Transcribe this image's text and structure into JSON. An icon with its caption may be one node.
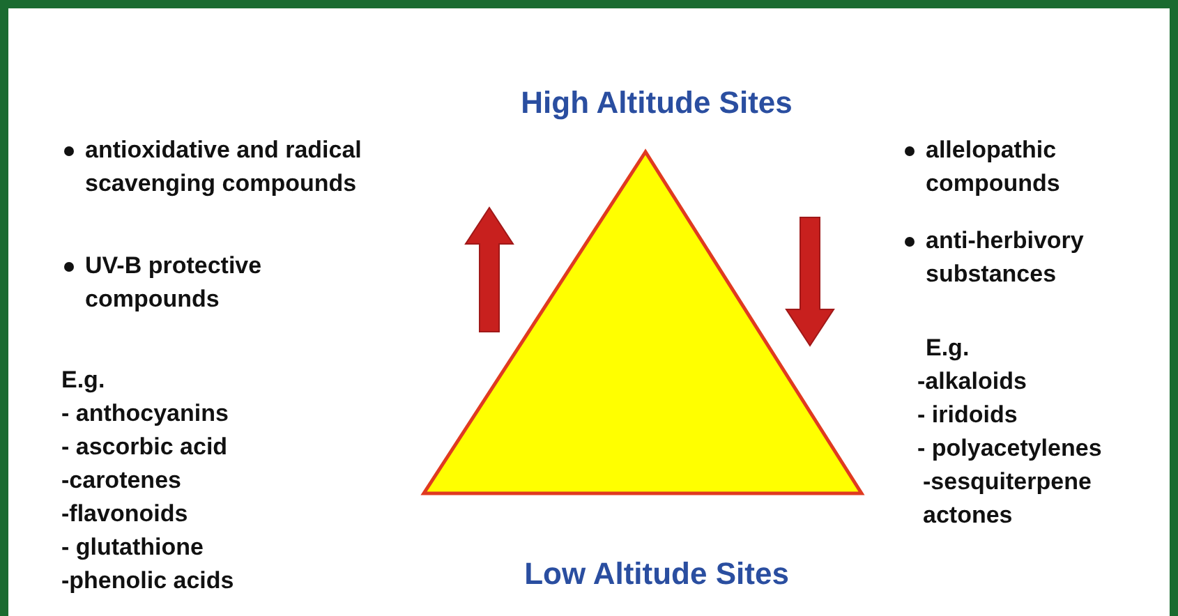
{
  "diagram": {
    "nodes": [
      {
        "text": [],
        "shape": "triangle"
      }
    ],
    "edges": [],
    "labels": [
      "High Altitude Sites",
      "antioxidative and radical scavenging compounds",
      "UV-B protective compounds",
      "E.g.",
      "- anthocyanins",
      "- ascorbic acid",
      "-carotenes",
      "-flavonoids",
      "- glutathione",
      "-phenolic acids",
      "allelopathic compounds",
      "anti-herbivory substances",
      "E.g.",
      "-alkaloids",
      "- iridoids",
      "- polyacetylenes",
      "-sesquiterpene actones",
      "Low Altitude Sites"
    ]
  }
}
